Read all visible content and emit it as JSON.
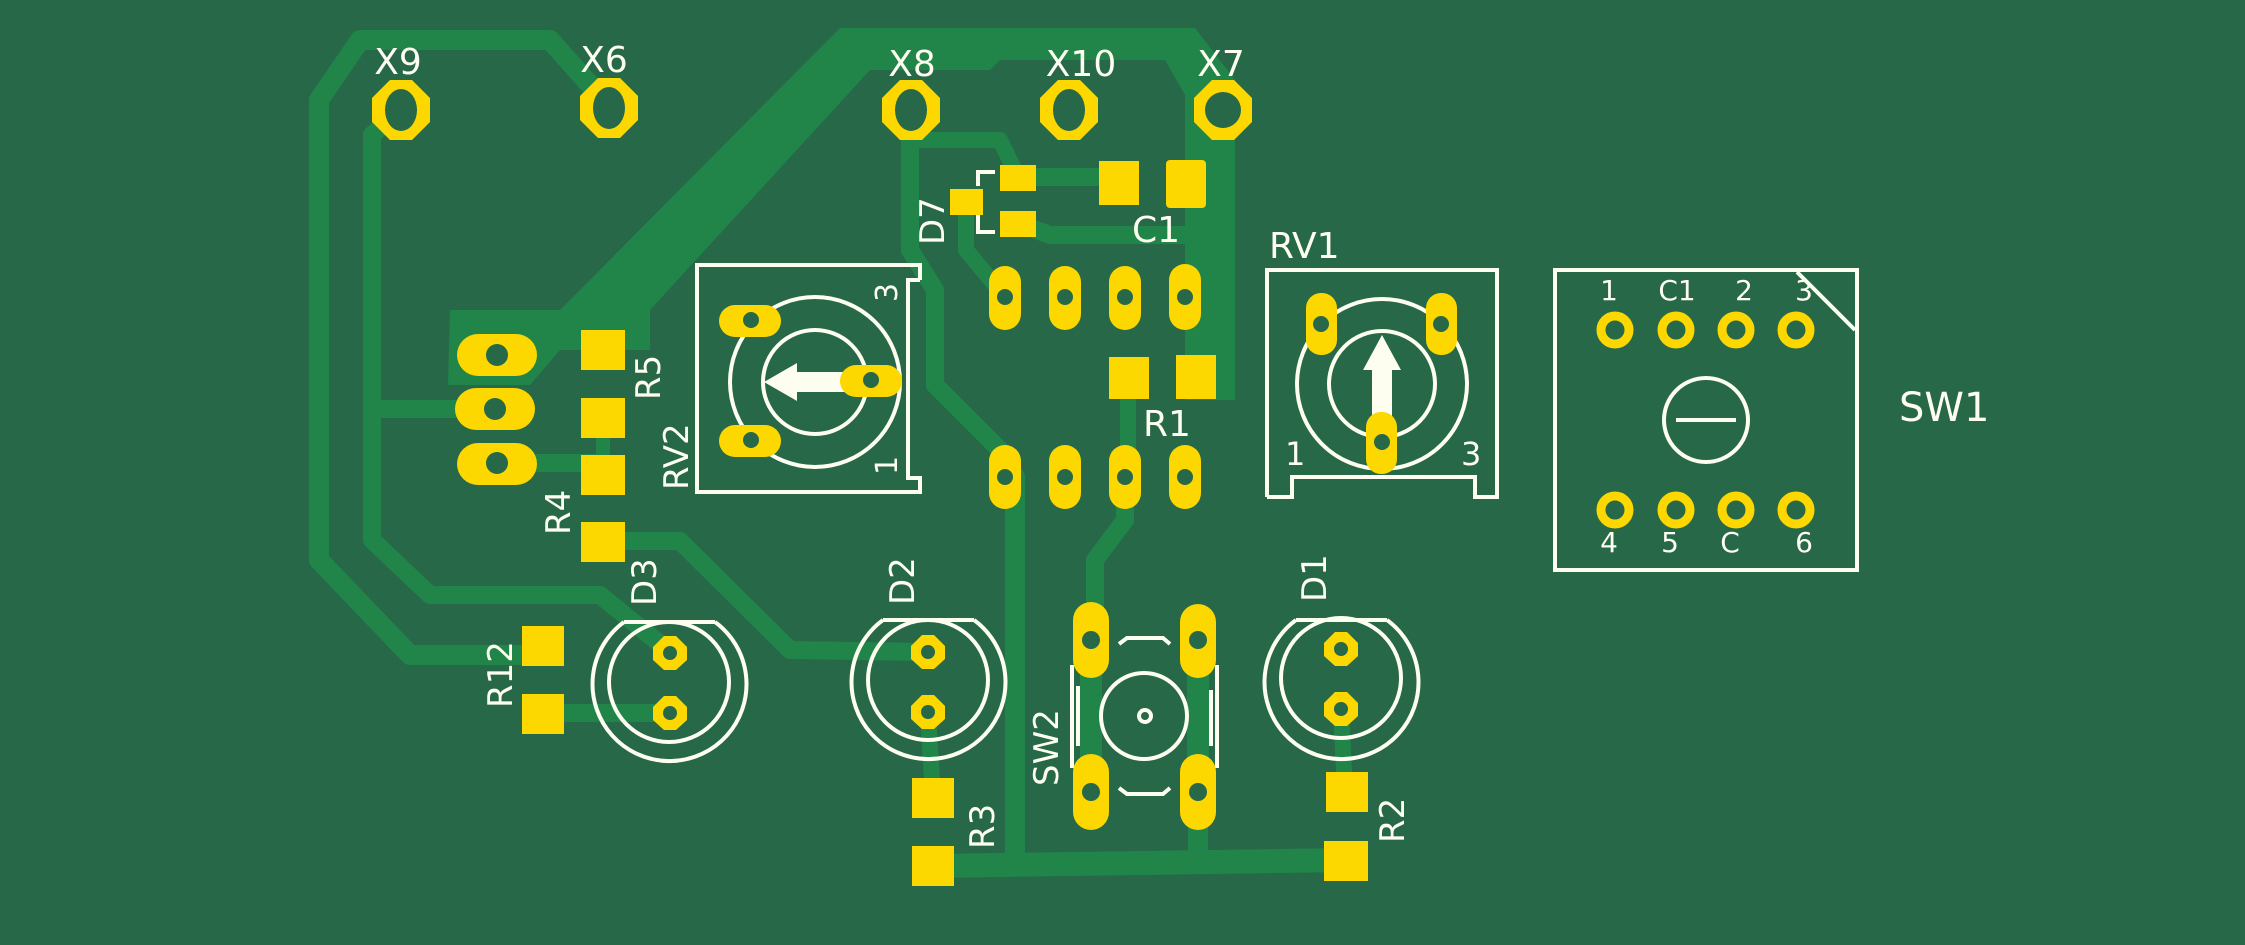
{
  "colors": {
    "board": "#266847",
    "copper": "#21854a",
    "pad": "#fdd700",
    "silkscreen": "#fdfdf0"
  },
  "connectors": [
    {
      "ref": "X9"
    },
    {
      "ref": "X6"
    },
    {
      "ref": "X8"
    },
    {
      "ref": "X10"
    },
    {
      "ref": "X7"
    }
  ],
  "components": {
    "D7": "D7",
    "C1": "C1",
    "RV1": "RV1",
    "RV2": "RV2",
    "R1": "R1",
    "R2": "R2",
    "R3": "R3",
    "R4": "R4",
    "R5": "R5",
    "R12": "R12",
    "D1": "D1",
    "D2": "D2",
    "D3": "D3",
    "SW1": "SW1",
    "SW2": "SW2"
  },
  "rv1_pins": {
    "p1": "1",
    "p3": "3"
  },
  "rv2_pins": {
    "p1": "1",
    "p3": "3"
  },
  "sw1_pins": {
    "top": [
      "1",
      "C1",
      "2",
      "3"
    ],
    "bottom": [
      "4",
      "5",
      "C",
      "6"
    ]
  }
}
